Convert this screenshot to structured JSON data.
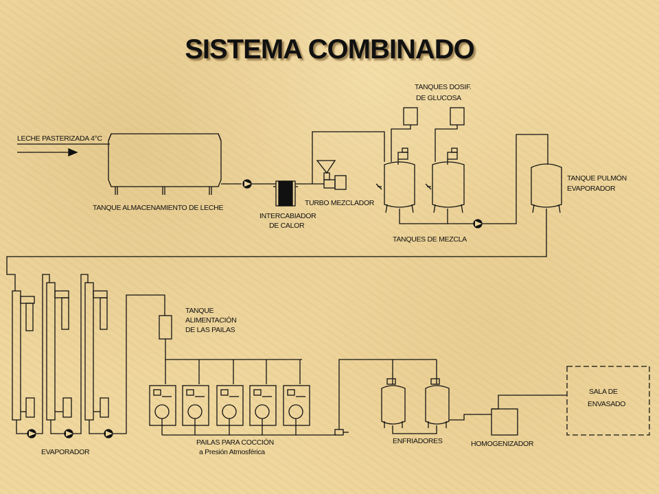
{
  "title": "SISTEMA COMBINADO",
  "labels": {
    "leche_pasterizada": "LECHE PASTERIZADA 4°C",
    "tanque_almacenamiento": "TANQUE ALMACENAMIENTO DE LECHE",
    "intercambiador_1": "INTERCABIADOR",
    "intercambiador_2": "DE CALOR",
    "turbo_mezclador": "TURBO MEZCLADOR",
    "tanques_dosif_1": "TANQUES DOSIF.",
    "tanques_dosif_2": "DE GLUCOSA",
    "tanques_mezcla": "TANQUES DE MEZCLA",
    "tanque_pulmon_1": "TANQUE PULMÓN",
    "tanque_pulmon_2": "EVAPORADOR",
    "tanque_alim_1": "TANQUE",
    "tanque_alim_2": "ALIMENTACIÓN",
    "tanque_alim_3": "DE LAS PAILAS",
    "evaporador": "EVAPORADOR",
    "pailas_1": "PAILAS PARA COCCIÓN",
    "pailas_2": "a Presión Atmosférica",
    "enfriadores": "ENFRIADORES",
    "homogenizador": "HOMOGENIZADOR",
    "sala_1": "SALA DE",
    "sala_2": "ENVASADO"
  },
  "colors": {
    "line": "#111111",
    "background": "#efd79e"
  }
}
